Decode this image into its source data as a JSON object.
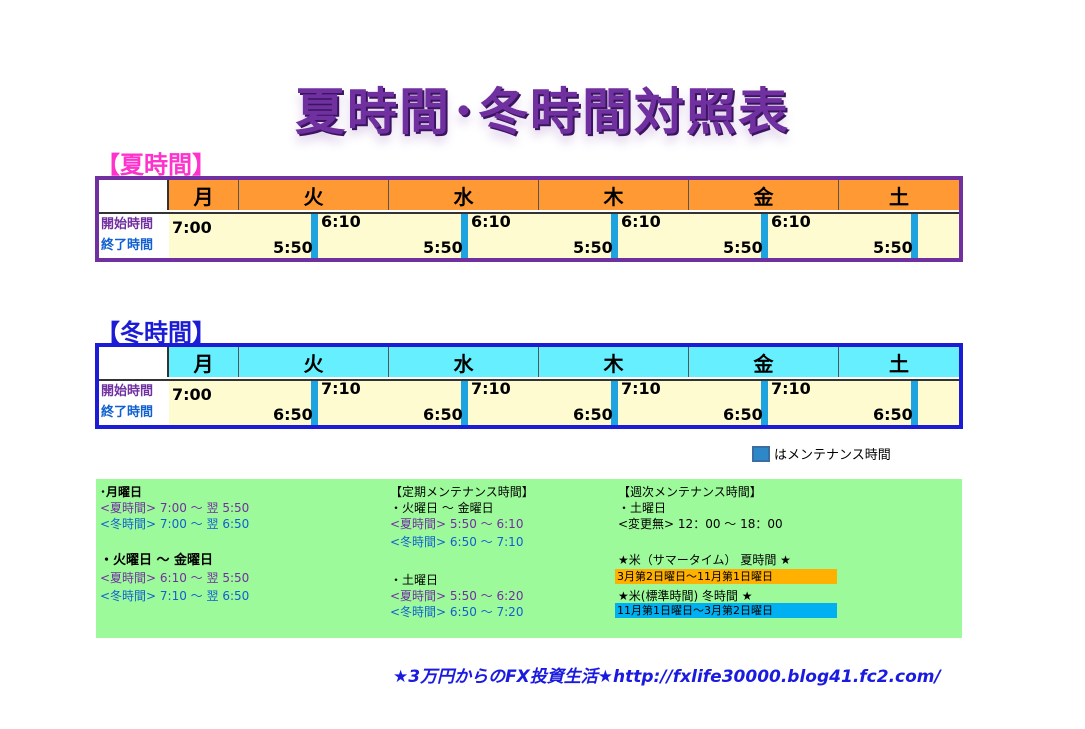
{
  "title": "夏時間･冬時間対照表",
  "summer": {
    "label": "【夏時間】",
    "label_color": "#ff33cc",
    "border_color": "#7030a0",
    "header_color": "#ff9933",
    "days": [
      "月",
      "火",
      "水",
      "木",
      "金",
      "土"
    ],
    "row_start_label": "開始時間",
    "row_end_label": "終了時間",
    "mon_start": "7:00",
    "starts": [
      "6:10",
      "6:10",
      "6:10",
      "6:10"
    ],
    "ends": [
      "5:50",
      "5:50",
      "5:50",
      "5:50",
      "5:50"
    ]
  },
  "winter": {
    "label": "【冬時間】",
    "label_color": "#1c1cd6",
    "border_color": "#1c1cd6",
    "header_color": "#66f0ff",
    "days": [
      "月",
      "火",
      "水",
      "木",
      "金",
      "土"
    ],
    "row_start_label": "開始時間",
    "row_end_label": "終了時間",
    "mon_start": "7:00",
    "starts": [
      "7:10",
      "7:10",
      "7:10",
      "7:10"
    ],
    "ends": [
      "6:50",
      "6:50",
      "6:50",
      "6:50",
      "6:50"
    ]
  },
  "legend": "はメンテナンス時間",
  "info": {
    "col1": {
      "mon_title": "･月曜日",
      "mon_summer": "<夏時間>  7:00  ～  翌  5:50",
      "mon_winter": "<冬時間>  7:00  ～  翌  6:50",
      "tf_title": "・火曜日 ～ 金曜日",
      "tf_summer": "<夏時間>  6:10  ～  翌  5:50",
      "tf_winter": "<冬時間>  7:10  ～  翌  6:50"
    },
    "col2": {
      "title": "【定期メンテナンス時間】",
      "tf_title": "・火曜日 ～ 金曜日",
      "tf_summer": "<夏時間>  5:50  ～  6:10",
      "tf_winter": "<冬時間>  6:50  ～  7:10",
      "sat_title": "・土曜日",
      "sat_summer": "<夏時間>  5:50 ～ 6:20",
      "sat_winter": "<冬時間>  6:50 ～ 7:20"
    },
    "col3": {
      "title": "【週次メンテナンス時間】",
      "sat_title": "・土曜日",
      "sat_value": "<変更無>   12：00 ～ 18：00",
      "dst_title": "★米（サマータイム） 夏時間  ★",
      "dst_range": "3月第2日曜日～11月第1日曜日",
      "std_title": "★米(標準時間)  冬時間  ★",
      "std_range": "11月第1日曜日～3月第2日曜日"
    }
  },
  "footer": "★3万円からのFX投資生活★http://fxlife30000.blog41.fc2.com/"
}
